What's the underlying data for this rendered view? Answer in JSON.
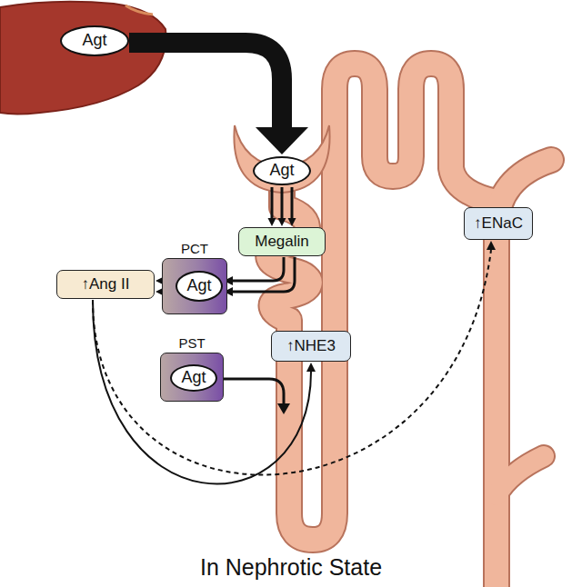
{
  "diagram": {
    "caption": "In Nephrotic State",
    "nodes": [
      {
        "text": [
          "Agt"
        ]
      },
      {
        "text": [
          "Agt"
        ]
      },
      {
        "text": [
          "Megalin"
        ]
      },
      {
        "text": [
          "PCT"
        ]
      },
      {
        "text": [
          "Agt"
        ],
        "in": 3
      },
      {
        "text": [
          "↑Ang II"
        ]
      },
      {
        "text": [
          "PST"
        ]
      },
      {
        "text": [
          "Agt"
        ],
        "in": 6
      },
      {
        "text": [
          "↑NHE3"
        ]
      },
      {
        "text": [
          "↑ENaC"
        ]
      }
    ],
    "edges": [
      {
        "from": 0,
        "to": 1,
        "arrow": "to"
      },
      {
        "from": 1,
        "to": 2,
        "arrow": "to"
      },
      {
        "from": 2,
        "to": 4,
        "arrow": "to"
      },
      {
        "from": 4,
        "to": 5,
        "arrow": "to"
      },
      {
        "from": 5,
        "to": 8,
        "arrow": "to"
      },
      {
        "from": 5,
        "to": 9,
        "arrow": "to"
      }
    ]
  }
}
